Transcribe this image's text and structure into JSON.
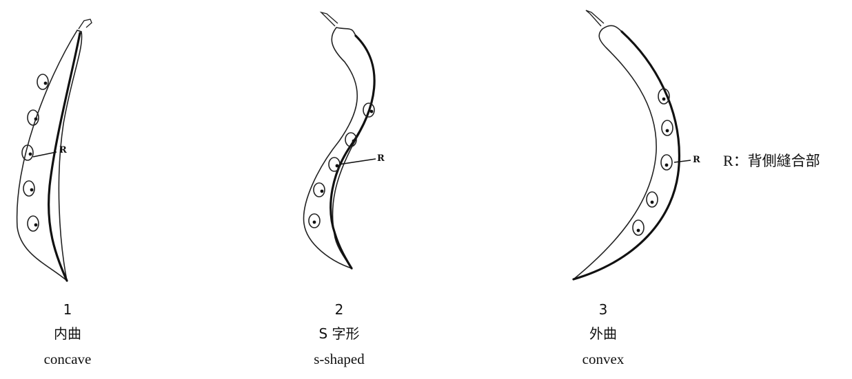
{
  "pods": [
    {
      "number": "1",
      "label_ja": "内曲",
      "label_en": "concave",
      "marker": "R"
    },
    {
      "number": "2",
      "label_ja": "S 字形",
      "label_en": "s-shaped",
      "marker": "R"
    },
    {
      "number": "3",
      "label_ja": "外曲",
      "label_en": "convex",
      "marker": "R"
    }
  ],
  "legend": {
    "symbol": "R",
    "text": "：背側縫合部"
  }
}
